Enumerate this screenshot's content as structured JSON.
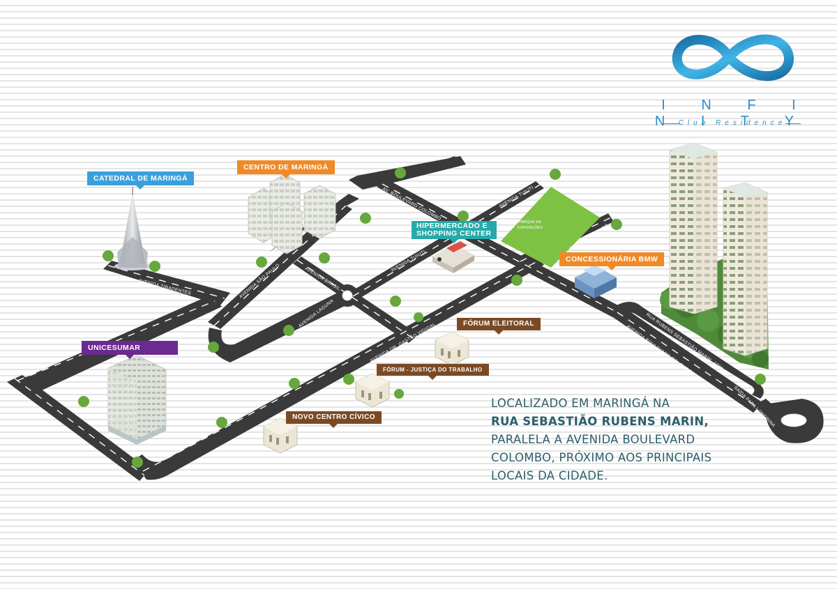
{
  "brand": {
    "name": "I N F I N I T Y",
    "subtitle": "Club Residence",
    "accent": "#2a8fc8"
  },
  "landmarks": {
    "catedral": "CATEDRAL DE MARINGÁ",
    "centro": "CENTRO DE MARINGÁ",
    "hipermercado_line1": "HIPERMERCADO E",
    "hipermercado_line2": "SHOPPING CENTER",
    "concessionaria": "CONCESSIONÁRIA BMW",
    "unicesumar": "UNICESUMAR",
    "forum_eleitoral": "FÓRUM ELEITORAL",
    "forum_trabalho": "FÓRUM - JUSTIÇA DO TRABALHO",
    "novo_centro": "NOVO CENTRO CÍVICO"
  },
  "label_colors": {
    "blue": "#3aa0dc",
    "orange": "#ef8a27",
    "teal": "#25aaa9",
    "purple": "#6b2a8f",
    "brown": "#7a4a25",
    "park": "#7dc242"
  },
  "park": {
    "line1": "PARQUE DE",
    "line2": "EXPOSIÇÕES"
  },
  "streets": {
    "boulevard_top": "AV. BOULEVARD COLOMBO",
    "tuiuti_top": "AVENIDA TUIUTI",
    "tuiuti_mid": "AVENIDA TUIUTI",
    "guaiapo": "AVENIDA GUAIAPÓ",
    "tiradentes": "AVENIDA TIRADENTES",
    "sao_paulo": "AVENIDA SÃO PAULO",
    "brasil": "AVENIDA BRASIL",
    "laguna": "AVENIDA LAGUNA",
    "gastao": "AVENIDA DR. GASTÃO VIDIGAL",
    "rua_sebastiao": "RUA RUBENS SEBASTIÃO MARIN, 1236",
    "boulevard_low": "AVENIDA BOULEVARD COLOMBO",
    "saida": "SAÍDA PARA LONDRINA"
  },
  "description": {
    "line1": "LOCALIZADO EM MARINGÁ NA",
    "line2": "RUA SEBASTIÃO RUBENS MARIN,",
    "line3": "PARALELA  A AVENIDA BOULEVARD",
    "line4": "COLOMBO, PRÓXIMO AOS PRINCIPAIS",
    "line5": "LOCAIS DA CIDADE."
  }
}
